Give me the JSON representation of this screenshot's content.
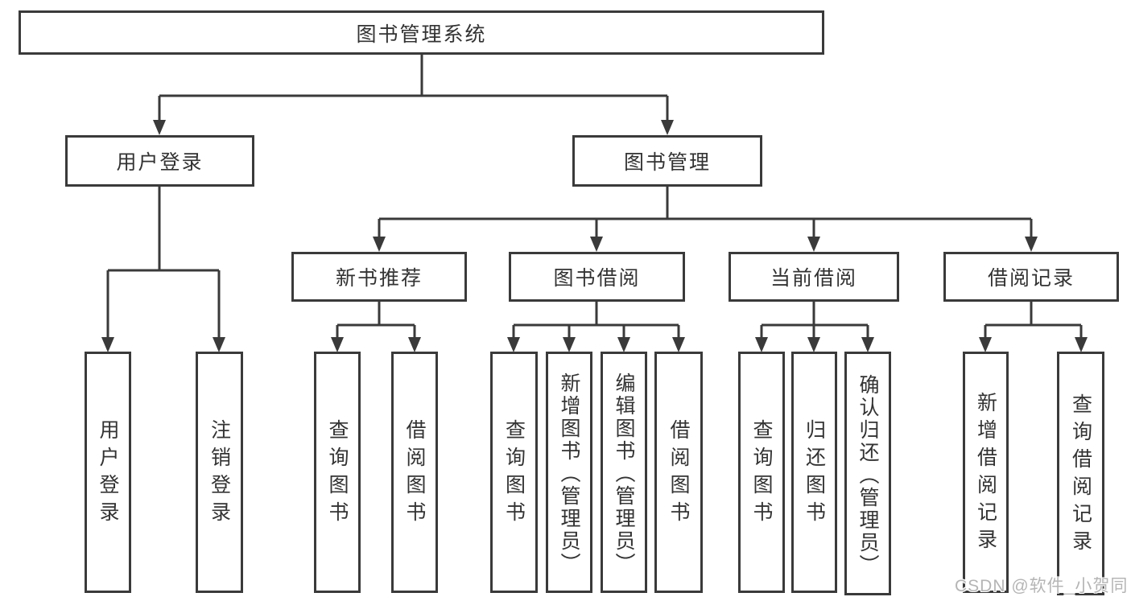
{
  "diagram": {
    "title": "图书管理系统",
    "colors": {
      "line": "#3a3a3a",
      "text": "#333333",
      "box_background": "#ffffff",
      "watermark": "#b5b5b5"
    },
    "root": {
      "label": "图书管理系统"
    },
    "level2": {
      "user_login": {
        "label": "用户登录"
      },
      "book_management": {
        "label": "图书管理"
      }
    },
    "level3": {
      "new_book_recommend": {
        "label": "新书推荐"
      },
      "book_borrow": {
        "label": "图书借阅"
      },
      "current_borrow": {
        "label": "当前借阅"
      },
      "borrow_records": {
        "label": "借阅记录"
      }
    },
    "leaves": {
      "user_login": {
        "label": "用户登录"
      },
      "logout": {
        "label": "注销登录"
      },
      "nb_query_books": {
        "label": "查询图书"
      },
      "nb_borrow_books": {
        "label": "借阅图书"
      },
      "bb_query_books": {
        "label": "查询图书"
      },
      "bb_add_books": {
        "label": "新增图书（管理员）"
      },
      "bb_edit_books": {
        "label": "编辑图书（管理员）"
      },
      "bb_borrow_books": {
        "label": "借阅图书"
      },
      "cb_query_books": {
        "label": "查询图书"
      },
      "cb_return_books": {
        "label": "归还图书"
      },
      "cb_confirm_return": {
        "label": "确认归还（管理员）"
      },
      "br_add_record": {
        "label": "新增借阅记录"
      },
      "br_query_record": {
        "label": "查询借阅记录"
      }
    },
    "watermark": "CSDN @软件_小贺同学"
  }
}
